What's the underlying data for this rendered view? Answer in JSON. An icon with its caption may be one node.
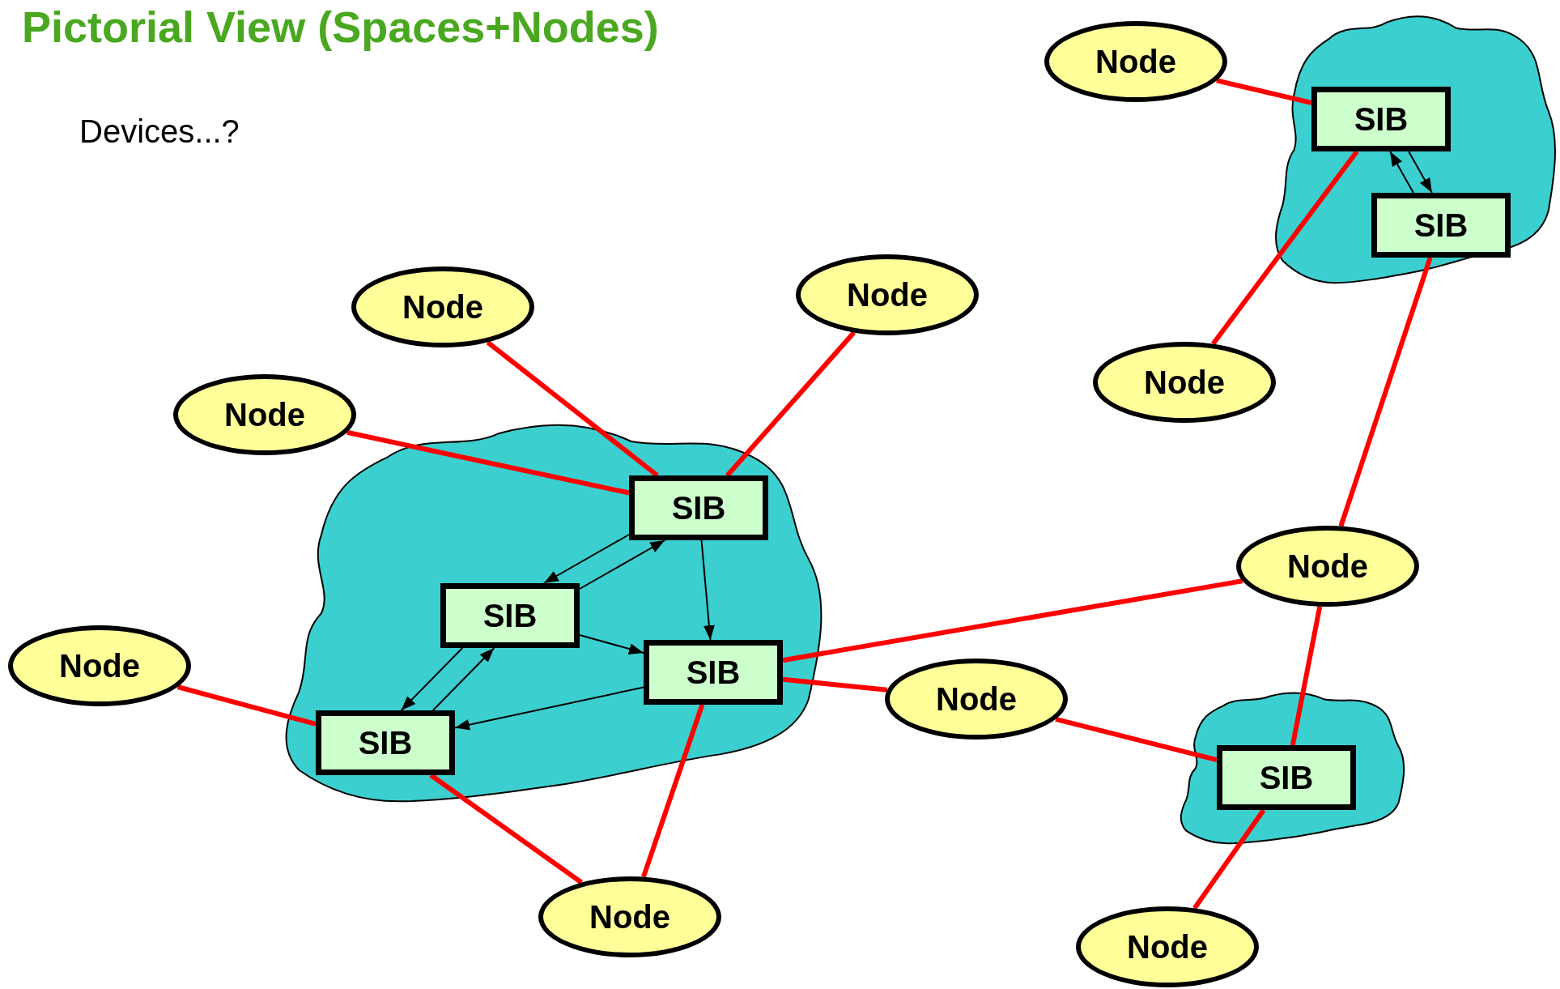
{
  "diagram": {
    "title": "Pictorial View (Spaces+Nodes)",
    "nodes": [
      {
        "text": [],
        "shape": "cloud"
      },
      {
        "text": [
          "SIB"
        ],
        "in": 0
      },
      {
        "text": [
          "SIB"
        ],
        "in": 0
      },
      {
        "text": [
          "Node"
        ]
      },
      {
        "text": [
          "Node"
        ]
      },
      {
        "text": [
          "Node"
        ]
      },
      {
        "text": [
          "Node"
        ]
      },
      {
        "text": [
          "Node"
        ]
      },
      {
        "text": [],
        "shape": "cloud"
      },
      {
        "text": [
          "SIB"
        ],
        "in": 8
      },
      {
        "text": [
          "SIB"
        ],
        "in": 8
      },
      {
        "text": [
          "SIB"
        ],
        "in": 8
      },
      {
        "text": [
          "SIB"
        ],
        "in": 8
      },
      {
        "text": [
          "Node"
        ]
      },
      {
        "text": [
          "Node"
        ]
      },
      {
        "text": [
          "Node"
        ]
      },
      {
        "text": [],
        "shape": "cloud"
      },
      {
        "text": [
          "SIB"
        ],
        "in": 16
      },
      {
        "text": [
          "Node"
        ]
      },
      {
        "text": [
          "Node"
        ]
      }
    ],
    "edges": [
      {
        "from": 3,
        "to": 1,
        "arrow": "none"
      },
      {
        "from": 1,
        "to": 6,
        "arrow": "none"
      },
      {
        "from": 2,
        "to": 13,
        "arrow": "none"
      },
      {
        "from": 7,
        "to": 9,
        "arrow": "none"
      },
      {
        "from": 4,
        "to": 9,
        "arrow": "none"
      },
      {
        "from": 5,
        "to": 9,
        "arrow": "none"
      },
      {
        "from": 13,
        "to": 11,
        "arrow": "none"
      },
      {
        "from": 11,
        "to": 15,
        "arrow": "none"
      },
      {
        "from": 11,
        "to": 18,
        "arrow": "none"
      },
      {
        "from": 14,
        "to": 12,
        "arrow": "none"
      },
      {
        "from": 12,
        "to": 18,
        "arrow": "none"
      },
      {
        "from": 15,
        "to": 17,
        "arrow": "none"
      },
      {
        "from": 13,
        "to": 17,
        "arrow": "none"
      },
      {
        "from": 17,
        "to": 19,
        "arrow": "none"
      },
      {
        "from": 1,
        "to": 2,
        "arrow": "to",
        "color": "#000000"
      },
      {
        "from": 2,
        "to": 1,
        "arrow": "to",
        "color": "#000000"
      },
      {
        "from": 10,
        "to": 9,
        "arrow": "to",
        "color": "#000000"
      },
      {
        "from": 9,
        "to": 10,
        "arrow": "to",
        "color": "#000000"
      },
      {
        "from": 9,
        "to": 11,
        "arrow": "to",
        "color": "#000000"
      },
      {
        "from": 10,
        "to": 11,
        "arrow": "to",
        "color": "#000000"
      },
      {
        "from": 11,
        "to": 12,
        "arrow": "to",
        "color": "#000000"
      },
      {
        "from": 12,
        "to": 10,
        "arrow": "to",
        "color": "#000000"
      },
      {
        "from": 10,
        "to": 12,
        "arrow": "to",
        "color": "#000000"
      }
    ],
    "labels": [
      "Devices...?"
    ]
  }
}
